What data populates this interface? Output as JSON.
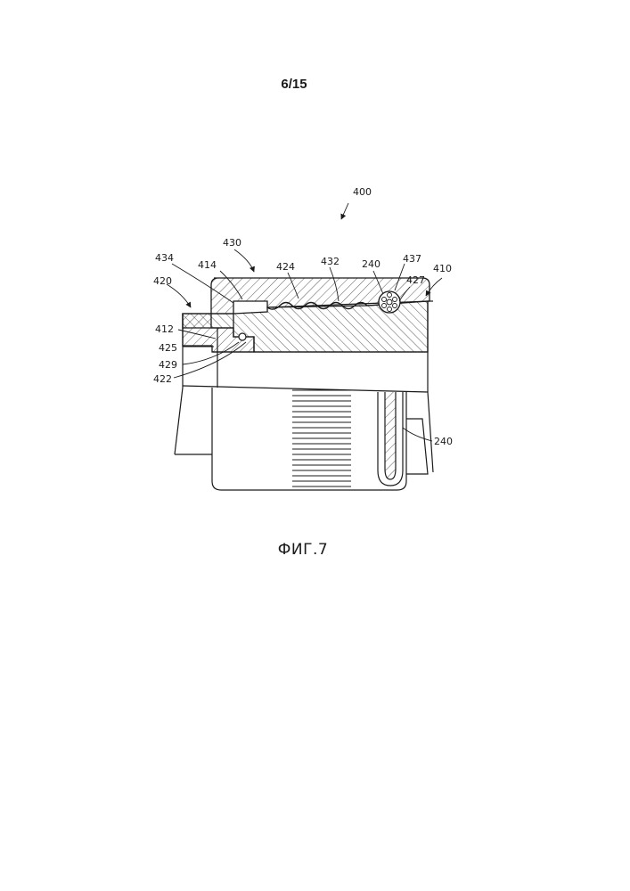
{
  "page": {
    "number": "6/15"
  },
  "figure": {
    "caption": "ФИГ.7",
    "labels": {
      "l400": "400",
      "l430": "430",
      "l434": "434",
      "l414": "414",
      "l424": "424",
      "l432": "432",
      "l240a": "240",
      "l437": "437",
      "l410": "410",
      "l427": "427",
      "l420": "420",
      "l412": "412",
      "l425": "425",
      "l429": "429",
      "l422": "422",
      "l240b": "240"
    }
  }
}
